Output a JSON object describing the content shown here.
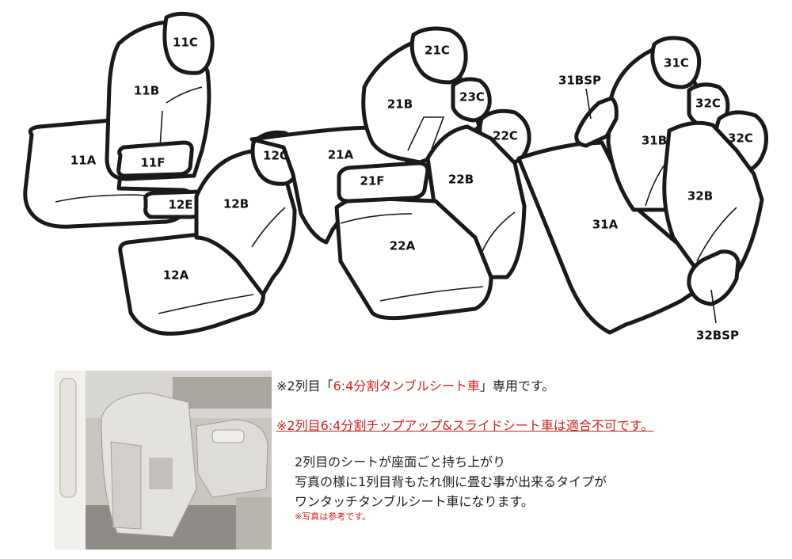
{
  "parts": {
    "p11A": "11A",
    "p11B": "11B",
    "p11C": "11C",
    "p11F": "11F",
    "p12A": "12A",
    "p12B": "12B",
    "p12C": "12C",
    "p12E": "12E",
    "p21A": "21A",
    "p21B": "21B",
    "p21C": "21C",
    "p21F": "21F",
    "p22A": "22A",
    "p22B": "22B",
    "p22C": "22C",
    "p23C": "23C",
    "p31A": "31A",
    "p31B": "31B",
    "p31C": "31C",
    "p31BSP": "31BSP",
    "p32B": "32B",
    "p32C_top": "32C",
    "p32C_right": "32C",
    "p32BSP": "32BSP"
  },
  "notes": {
    "line1_prefix": "※2列目「",
    "line1_highlight": "6:4分割タンブルシート車",
    "line1_suffix": "」専用です。",
    "line2": "※2列目6:4分割チップアップ&スライドシート車は適合不可です。",
    "desc1": "2列目のシートが座面ごと持ち上がり",
    "desc2": "写真の様に1列目背もたれ側に畳む事が出来るタイプが",
    "desc3": "ワンタッチタンブルシート車になります。",
    "photo_note": "※写真は参考です。"
  },
  "colors": {
    "accent_red": "#d21f1f",
    "outline": "#1a1a1a"
  }
}
